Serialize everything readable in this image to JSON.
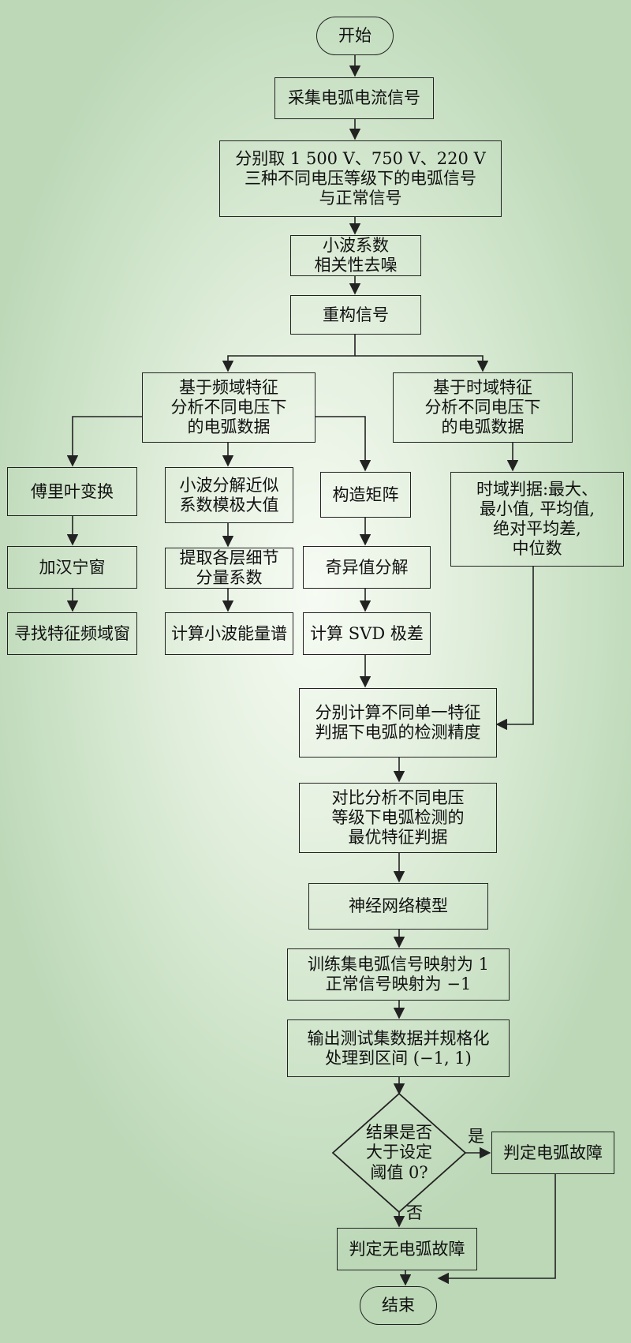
{
  "nodes": {
    "start": "开始",
    "collect": "采集电弧电流信号",
    "select": "分别取 1 500 V、750 V、220 V\n三种不同电压等级下的电弧信号\n与正常信号",
    "denoise": "小波系数\n相关性去噪",
    "reconstruct": "重构信号",
    "freq_analysis": "基于频域特征\n分析不同电压下\n的电弧数据",
    "time_analysis": "基于时域特征\n分析不同电压下\n的电弧数据",
    "fourier": "傅里叶变换",
    "hanning": "加汉宁窗",
    "find_window": "寻找特征频域窗",
    "wavelet_max": "小波分解近似\n系数模极大值",
    "extract_detail": "提取各层细节\n分量系数",
    "wavelet_energy": "计算小波能量谱",
    "matrix": "构造矩阵",
    "svd": "奇异值分解",
    "svd_range": "计算 SVD 极差",
    "time_criteria": "时域判据:最大、\n最小值, 平均值,\n绝对平均差,\n中位数",
    "accuracy": "分别计算不同单一特征\n判据下电弧的检测精度",
    "compare": "对比分析不同电压\n等级下电弧检测的\n最优特征判据",
    "nn_model": "神经网络模型",
    "training": "训练集电弧信号映射为 1\n正常信号映射为 −1",
    "output": "输出测试集数据并规格化\n处理到区间 (−1, 1)",
    "decision": "结果是否\n大于设定\n阈值 0?",
    "fault": "判定电弧故障",
    "no_fault": "判定无电弧故障",
    "end": "结束"
  },
  "edge_labels": {
    "yes": "是",
    "no": "否"
  },
  "colors": {
    "line": "#222222",
    "background_center": "#f6fbf3",
    "background_edge": "#bcd8b7"
  }
}
